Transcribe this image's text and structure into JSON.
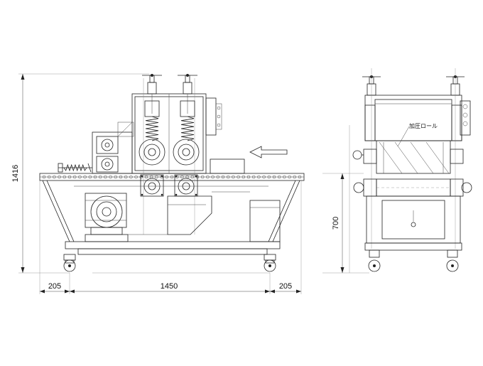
{
  "dimensions": {
    "overall_height": "1416",
    "side_height": "700",
    "left_overhang": "205",
    "wheelbase": "1450",
    "right_overhang": "205"
  },
  "labels": {
    "pressure_roll": "加圧ロール"
  }
}
